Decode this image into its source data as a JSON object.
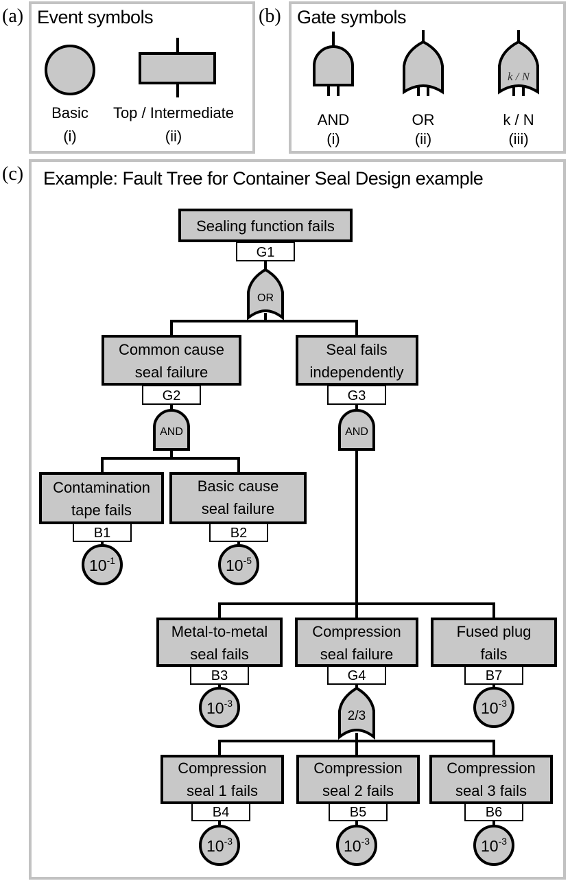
{
  "panels": {
    "a": {
      "tag": "(a)",
      "title": "Event symbols",
      "items": [
        {
          "name": "Basic",
          "num": "(i)"
        },
        {
          "name": "Top / Intermediate",
          "num": "(ii)"
        }
      ]
    },
    "b": {
      "tag": "(b)",
      "title": "Gate symbols",
      "items": [
        {
          "name": "AND",
          "num": "(i)"
        },
        {
          "name": "OR",
          "num": "(ii)"
        },
        {
          "name": "k / N",
          "num": "(iii)",
          "inner": "k / N"
        }
      ]
    },
    "c": {
      "tag": "(c)",
      "title": "Example: Fault Tree  for Container Seal Design example"
    }
  },
  "tree": {
    "top": {
      "lines": [
        "Sealing function fails"
      ],
      "id": "G1",
      "gate": "OR"
    },
    "g2": {
      "lines": [
        "Common cause",
        "seal failure"
      ],
      "id": "G2",
      "gate": "AND"
    },
    "g3": {
      "lines": [
        "Seal fails",
        "independently"
      ],
      "id": "G3",
      "gate": "AND"
    },
    "b1": {
      "lines": [
        "Contamination",
        "tape fails"
      ],
      "id": "B1",
      "prob": {
        "base": "10",
        "exp": "-1"
      }
    },
    "b2": {
      "lines": [
        "Basic cause",
        "seal failure"
      ],
      "id": "B2",
      "prob": {
        "base": "10",
        "exp": "-5"
      }
    },
    "b3": {
      "lines": [
        "Metal-to-metal",
        "seal fails"
      ],
      "id": "B3",
      "prob": {
        "base": "10",
        "exp": "-3"
      }
    },
    "g4": {
      "lines": [
        "Compression",
        "seal failure"
      ],
      "id": "G4",
      "gate": "2/3"
    },
    "b7": {
      "lines": [
        "Fused plug",
        "fails"
      ],
      "id": "B7",
      "prob": {
        "base": "10",
        "exp": "-3"
      }
    },
    "b4": {
      "lines": [
        "Compression",
        "seal 1 fails"
      ],
      "id": "B4",
      "prob": {
        "base": "10",
        "exp": "-3"
      }
    },
    "b5": {
      "lines": [
        "Compression",
        "seal 2 fails"
      ],
      "id": "B5",
      "prob": {
        "base": "10",
        "exp": "-3"
      }
    },
    "b6": {
      "lines": [
        "Compression",
        "seal 3 fails"
      ],
      "id": "B6",
      "prob": {
        "base": "10",
        "exp": "-3"
      }
    }
  }
}
